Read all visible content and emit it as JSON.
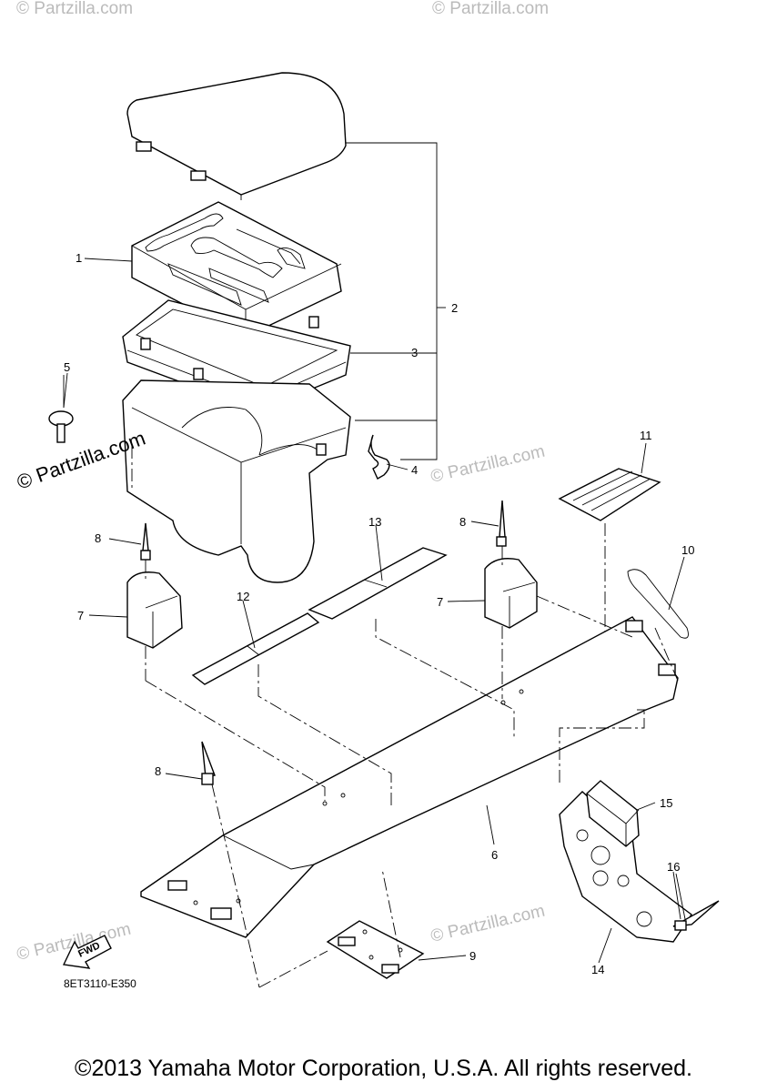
{
  "diagram": {
    "callouts": [
      {
        "id": "1",
        "text": "1"
      },
      {
        "id": "2",
        "text": "2"
      },
      {
        "id": "3",
        "text": "3"
      },
      {
        "id": "4",
        "text": "4"
      },
      {
        "id": "5",
        "text": "5"
      },
      {
        "id": "6",
        "text": "6"
      },
      {
        "id": "7a",
        "text": "7"
      },
      {
        "id": "7b",
        "text": "7"
      },
      {
        "id": "8a",
        "text": "8"
      },
      {
        "id": "8b",
        "text": "8"
      },
      {
        "id": "8c",
        "text": "8"
      },
      {
        "id": "9",
        "text": "9"
      },
      {
        "id": "10",
        "text": "10"
      },
      {
        "id": "11",
        "text": "11"
      },
      {
        "id": "12",
        "text": "12"
      },
      {
        "id": "13",
        "text": "13"
      },
      {
        "id": "14",
        "text": "14"
      },
      {
        "id": "15",
        "text": "15"
      },
      {
        "id": "16",
        "text": "16"
      }
    ],
    "fwd_label": "FWD",
    "drawing_code": "8ET3110-E350"
  },
  "watermarks": {
    "main": "© Partzilla.com",
    "faint": "© Partzilla.com"
  },
  "footer": {
    "copyright": "©2013 Yamaha Motor Corporation, U.S.A. All rights reserved."
  }
}
